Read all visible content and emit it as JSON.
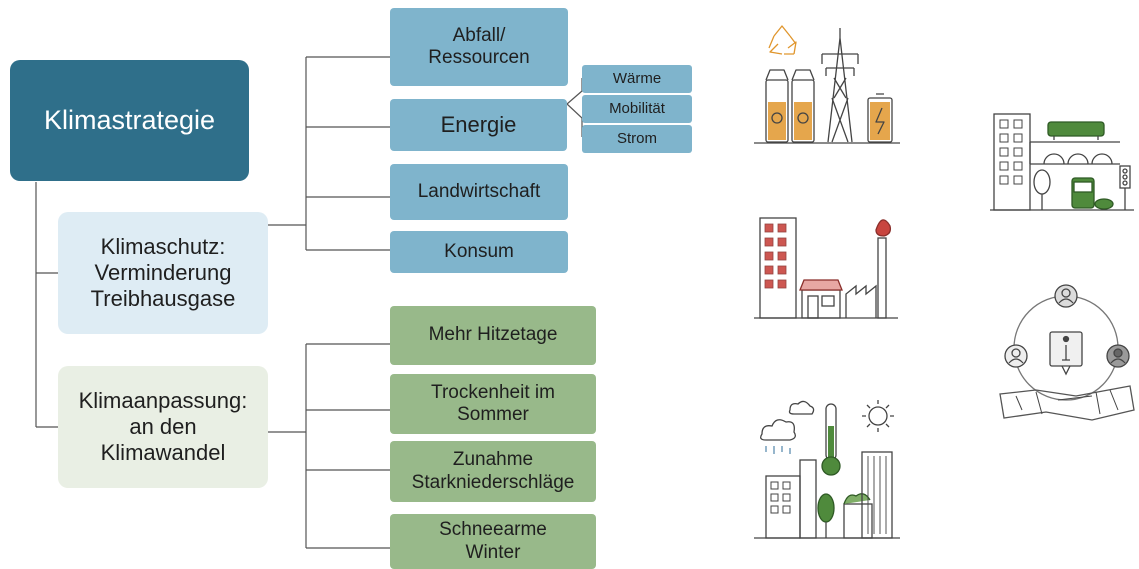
{
  "root": {
    "label": "Klimastrategie"
  },
  "categories": [
    {
      "id": "schutz",
      "label": "Klimaschutz:\nVerminderung\nTreibhausgase"
    },
    {
      "id": "anpassung",
      "label": "Klimaanpassung:\nan den\nKlimawandel"
    }
  ],
  "schutz_items": [
    {
      "label": "Abfall/\nRessourcen"
    },
    {
      "label": "Energie"
    },
    {
      "label": "Landwirtschaft"
    },
    {
      "label": "Konsum"
    }
  ],
  "energie_sub": [
    {
      "label": "Wärme"
    },
    {
      "label": "Mobilität"
    },
    {
      "label": "Strom"
    }
  ],
  "anpassung_items": [
    {
      "label": "Mehr Hitzetage"
    },
    {
      "label": "Trockenheit im\nSommer"
    },
    {
      "label": "Zunahme\nStarkniederschläge"
    },
    {
      "label": "Schneearme\nWinter"
    }
  ],
  "icons": [
    "recycling-energy-illustration",
    "city-transport-illustration",
    "city-industry-illustration",
    "community-info-illustration",
    "climate-weather-city-illustration"
  ],
  "colors": {
    "root": "#2f6f8a",
    "schutz_category": "#deecf4",
    "anpassung_category": "#e9efe4",
    "schutz_items": "#7fb4cc",
    "anpassung_items": "#98b98a",
    "accent_red": "#c8453f",
    "accent_orange": "#e0962d",
    "accent_green": "#4f8a3c"
  }
}
